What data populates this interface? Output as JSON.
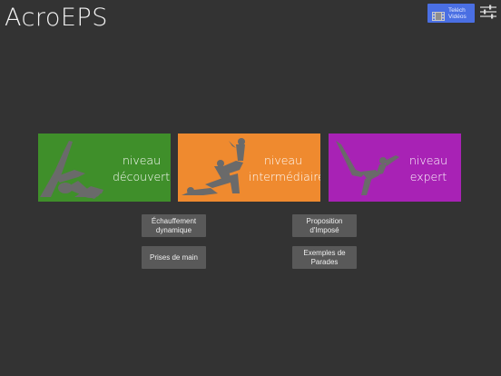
{
  "header": {
    "app_title": "AcroEPS",
    "download_button": {
      "line1": "Teléch",
      "line2": "Vidéos",
      "icon": "film-icon"
    },
    "settings_icon": "sliders-icon"
  },
  "levels": [
    {
      "id": "decouverte",
      "line1": "niveau",
      "line2": "découverte",
      "color": "#3f8f2a"
    },
    {
      "id": "intermediaire",
      "line1": "niveau",
      "line2": "intermédiaire",
      "color": "#ef8a2f"
    },
    {
      "id": "expert",
      "line1": "niveau",
      "line2": "expert",
      "color": "#a822b5"
    }
  ],
  "buttons": {
    "echauffement": {
      "line1": "Échauffement",
      "line2": "dynamique"
    },
    "prises": {
      "line1": "Prises de main"
    },
    "proposition": {
      "line1": "Proposition",
      "line2": "d'Imposé"
    },
    "exemples": {
      "line1": "Exemples de",
      "line2": "Parades"
    }
  }
}
